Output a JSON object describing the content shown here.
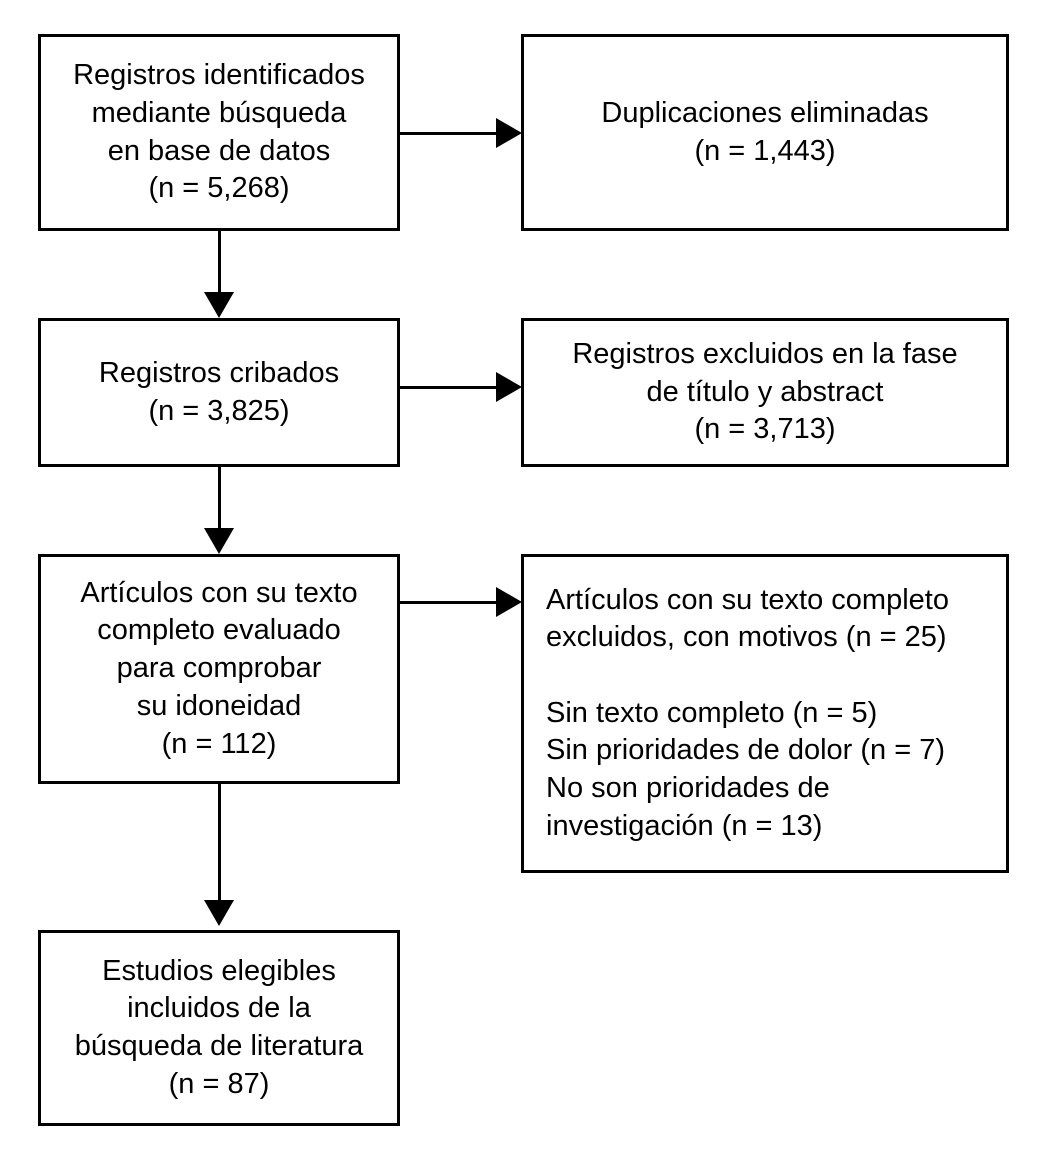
{
  "chart_data": {
    "type": "diagram",
    "title": "PRISMA flow diagram",
    "nodes": [
      {
        "id": "identified",
        "label": "Registros identificados\nmediante búsqueda\nen base de datos\n(n = 5,268)",
        "count": 5268,
        "column": "left",
        "row": 1
      },
      {
        "id": "duplicates",
        "label": "Duplicaciones eliminadas\n(n = 1,443)",
        "count": 1443,
        "column": "right",
        "row": 1
      },
      {
        "id": "screened",
        "label": "Registros cribados\n(n = 3,825)",
        "count": 3825,
        "column": "left",
        "row": 2
      },
      {
        "id": "excluded_title_abstract",
        "label": "Registros excluidos en la fase\nde título y abstract\n(n = 3,713)",
        "count": 3713,
        "column": "right",
        "row": 2
      },
      {
        "id": "fulltext_assessed",
        "label": "Artículos con su texto\ncompleto evaluado\npara comprobar\nsu idoneidad\n(n = 112)",
        "count": 112,
        "column": "left",
        "row": 3
      },
      {
        "id": "fulltext_excluded",
        "label": "Artículos con su texto completo\nexcluidos, con motivos (n = 25)\n\nSin texto completo (n = 5)\nSin prioridades de dolor (n = 7)\nNo son prioridades de\ninvestigación (n = 13)",
        "count": 25,
        "column": "right",
        "row": 3,
        "reasons": [
          {
            "reason": "Sin texto completo",
            "count": 5
          },
          {
            "reason": "Sin prioridades de dolor",
            "count": 7
          },
          {
            "reason": "No son prioridades de investigación",
            "count": 13
          }
        ]
      },
      {
        "id": "included",
        "label": "Estudios elegibles\nincluidos de la\nbúsqueda de literatura\n(n = 87)",
        "count": 87,
        "column": "left",
        "row": 4
      }
    ],
    "edges": [
      {
        "from": "identified",
        "to": "duplicates",
        "direction": "right"
      },
      {
        "from": "identified",
        "to": "screened",
        "direction": "down"
      },
      {
        "from": "screened",
        "to": "excluded_title_abstract",
        "direction": "right"
      },
      {
        "from": "screened",
        "to": "fulltext_assessed",
        "direction": "down"
      },
      {
        "from": "fulltext_assessed",
        "to": "fulltext_excluded",
        "direction": "right"
      },
      {
        "from": "fulltext_assessed",
        "to": "included",
        "direction": "down"
      }
    ],
    "colors": {
      "box_border": "#000000",
      "box_fill": "#ffffff",
      "text": "#000000",
      "connector": "#000000",
      "background": "#ffffff"
    }
  },
  "boxes": {
    "identified": "Registros identificados\nmediante búsqueda\nen base de datos\n(n = 5,268)",
    "duplicates": "Duplicaciones eliminadas\n(n = 1,443)",
    "screened": "Registros cribados\n(n = 3,825)",
    "excluded_title_abstract": "Registros excluidos en la fase\nde título y abstract\n(n = 3,713)",
    "fulltext_assessed": "Artículos con su texto\ncompleto evaluado\npara comprobar\nsu idoneidad\n(n = 112)",
    "fulltext_excluded": "Artículos con su texto completo\nexcluidos, con motivos (n = 25)\n\nSin texto completo (n = 5)\nSin prioridades de dolor (n = 7)\nNo son prioridades de\ninvestigación (n = 13)",
    "included": "Estudios elegibles\nincluidos de la\nbúsqueda de literatura\n(n = 87)"
  }
}
